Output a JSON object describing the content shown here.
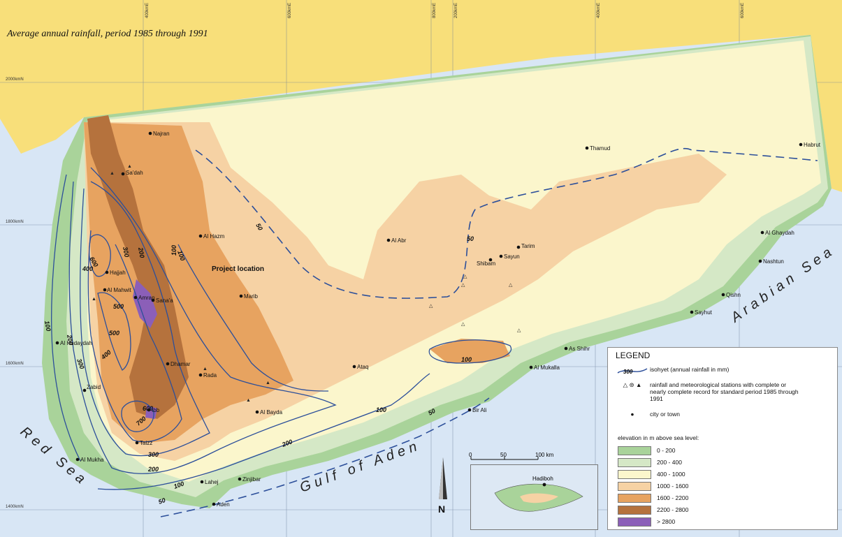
{
  "title": "Average annual rainfall, period 1985 through 1991",
  "project_label": "Project location",
  "cities": [
    {
      "name": "Najran"
    },
    {
      "name": "Sa'dah"
    },
    {
      "name": "Al Hazm"
    },
    {
      "name": "Hajjah"
    },
    {
      "name": "Amran"
    },
    {
      "name": "Al Mahwit"
    },
    {
      "name": "Sana'a"
    },
    {
      "name": "Marib"
    },
    {
      "name": "Al Hudaydah"
    },
    {
      "name": "Dhamar"
    },
    {
      "name": "Rada"
    },
    {
      "name": "Zabid"
    },
    {
      "name": "Ibb"
    },
    {
      "name": "Taizz"
    },
    {
      "name": "Al Mukha"
    },
    {
      "name": "Al Bayda"
    },
    {
      "name": "Ataq"
    },
    {
      "name": "Lahej"
    },
    {
      "name": "Zinjibar"
    },
    {
      "name": "Aden"
    },
    {
      "name": "Bir Ali"
    },
    {
      "name": "Al Mukalla"
    },
    {
      "name": "As Shihr"
    },
    {
      "name": "Sayhut"
    },
    {
      "name": "Qishn"
    },
    {
      "name": "Nashtun"
    },
    {
      "name": "Al Ghaydah"
    },
    {
      "name": "Al Abr"
    },
    {
      "name": "Shibam"
    },
    {
      "name": "Sayun"
    },
    {
      "name": "Tarim"
    },
    {
      "name": "Thamud"
    },
    {
      "name": "Habrut"
    },
    {
      "name": "Hadiboh"
    }
  ],
  "seas": {
    "red": "Red Sea",
    "gulf": "Gulf of Aden",
    "arabian": "Arabian Sea"
  },
  "grid_labels": {
    "top": [
      "400kmE",
      "600kmE",
      "800kmE",
      "200kmE",
      "400kmE",
      "600kmE"
    ],
    "left": [
      "2000kmN",
      "1800kmN",
      "1600kmN",
      "1400kmN"
    ]
  },
  "isohyet_labels": [
    "50",
    "100",
    "200",
    "300",
    "400",
    "500",
    "600",
    "700",
    "100",
    "200",
    "300",
    "400",
    "500",
    "600",
    "100",
    "100",
    "50",
    "50",
    "200",
    "100",
    "50",
    "200",
    "300",
    "100"
  ],
  "legend": {
    "title": "LEGEND",
    "isohyet_sample": "300",
    "isohyet_text": "isohyet (annual rainfall in mm)",
    "station_text": "rainfall and meteorological stations with complete or nearly complete record for standard period 1985 through 1991",
    "city_text": "city or town",
    "elevation_title": "elevation in m above sea level:",
    "classes": [
      {
        "label": "0 - 200",
        "color": "#a9d39a"
      },
      {
        "label": "200 - 400",
        "color": "#d5e8c6"
      },
      {
        "label": "400 - 1000",
        "color": "#fbf6cc"
      },
      {
        "label": "1000 - 1600",
        "color": "#f6d2a4"
      },
      {
        "label": "1600 - 2200",
        "color": "#e7a360"
      },
      {
        "label": "2200 - 2800",
        "color": "#b5723d"
      },
      {
        "label": "> 2800",
        "color": "#8b5fb8"
      }
    ]
  },
  "scale": {
    "ticks": [
      "0",
      "50",
      "100 km"
    ]
  },
  "north": "N",
  "colors": {
    "sea": "#d8e6f5",
    "saudi": "#f8df7a",
    "isohyet": "#2c4f9a"
  }
}
